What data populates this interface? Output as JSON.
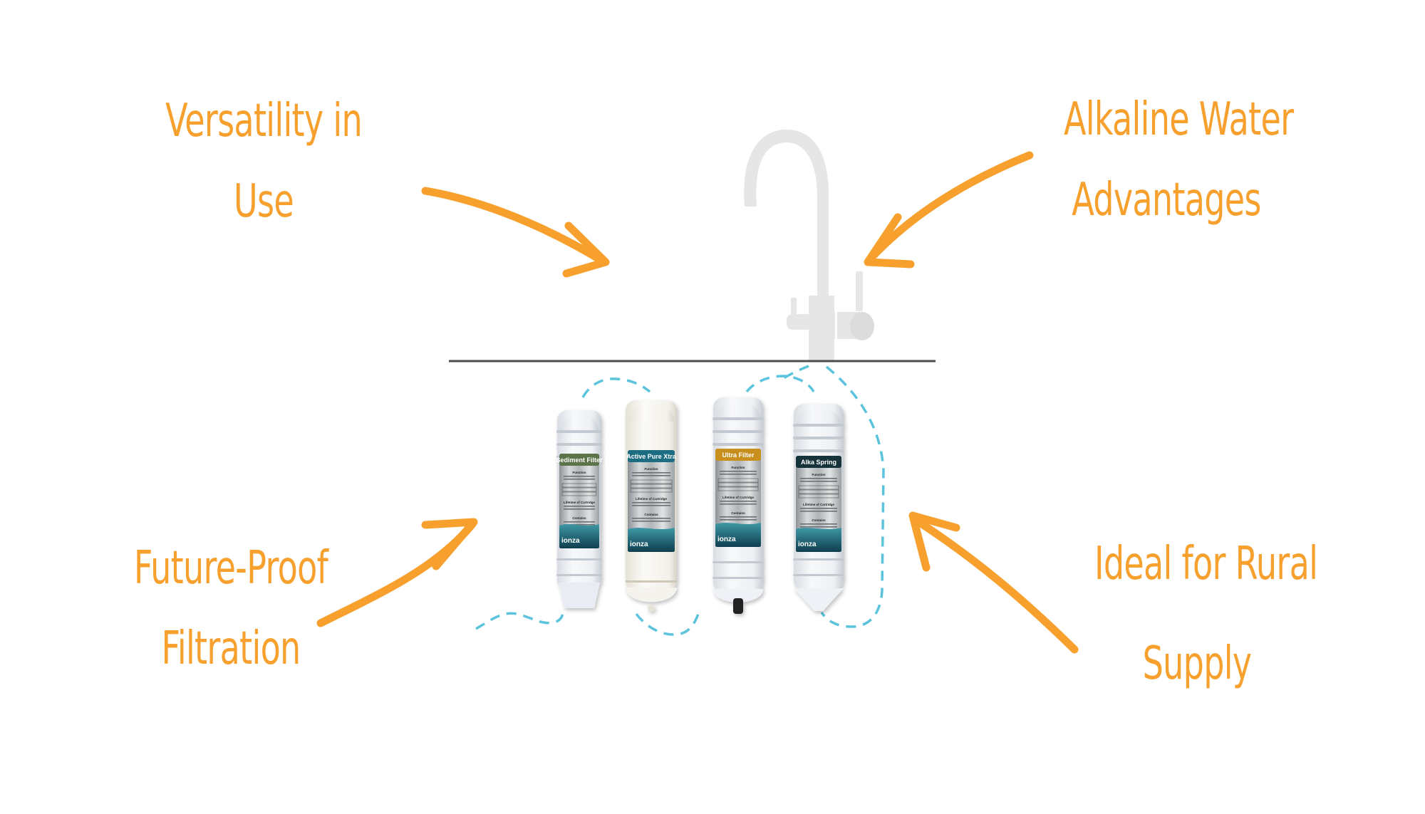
{
  "callouts": {
    "top_left": {
      "line1": "Versatility in",
      "line2": "Use"
    },
    "top_right": {
      "line1": "Alkaline Water",
      "line2": "Advantages"
    },
    "bottom_left": {
      "line1": "Future-Proof",
      "line2": "Filtration"
    },
    "bottom_right": {
      "line1": "Ideal for Rural",
      "line2": "Supply"
    }
  },
  "filters": [
    {
      "name": "Sediment Filter",
      "header_color": "#5d7349",
      "sections": [
        "Function",
        "Lifetime of Cartridge",
        "Contains"
      ],
      "brand": "ionza"
    },
    {
      "name": "Active Pure Xtra",
      "header_color": "#1f6c82",
      "sections": [
        "Function",
        "Lifetime of Cartridge",
        "Contains"
      ],
      "brand": "ionza"
    },
    {
      "name": "Ultra Filter",
      "header_color": "#c98f1e",
      "sections": [
        "Function",
        "Lifetime of Cartridge",
        "Contains"
      ],
      "brand": "ionza"
    },
    {
      "name": "Alka Spring",
      "header_color": "#15313a",
      "sections": [
        "Function",
        "Lifetime of Cartridge",
        "Contains"
      ],
      "brand": "ionza"
    }
  ],
  "colors": {
    "accent": "#F7A02D",
    "cable": "#5bc4dc",
    "countertop": "#4a4d49",
    "faucet": "#e6e6e6"
  }
}
